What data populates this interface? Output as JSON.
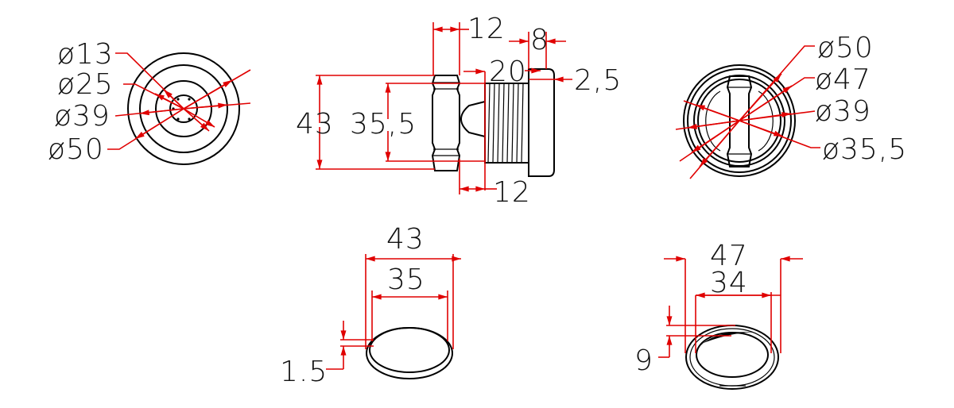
{
  "drawing": {
    "front_view": {
      "labels": [
        "ø13",
        "ø25",
        "ø39",
        "ø50"
      ]
    },
    "side_view": {
      "dim_top_width": "12",
      "dim_flange_width": "8",
      "dim_thread_length": "20",
      "dim_flange_step": "2,5",
      "dim_outer_height": "43",
      "dim_inner_height": "35,5",
      "dim_bottom_width": "12"
    },
    "rear_view": {
      "labels": [
        "ø50",
        "ø47",
        "ø39",
        "ø35,5"
      ]
    },
    "washer": {
      "dim_outer": "43",
      "dim_inner": "35",
      "dim_thickness": "1.5"
    },
    "nut": {
      "dim_outer": "47",
      "dim_inner": "34",
      "dim_thickness": "9"
    },
    "colors": {
      "outline": "#000000",
      "dimension": "#e00000"
    }
  }
}
